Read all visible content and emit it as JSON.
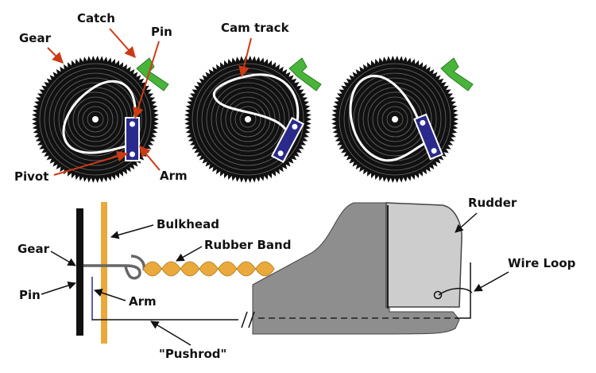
{
  "labels": {
    "gear": "Gear",
    "catch": "Catch",
    "pin": "Pin",
    "cam_track": "Cam track",
    "pivot": "Pivot",
    "arm": "Arm",
    "bulkhead": "Bulkhead",
    "rubber_band": "Rubber Band",
    "rudder": "Rudder",
    "wire_loop": "Wire Loop",
    "pushrod": "\"Pushrod\""
  },
  "colors": {
    "gear": "#111111",
    "cam_track": "#ffffff",
    "catch": "#49b43a",
    "arm": "#2a2a8c",
    "arrow_red": "#cc3a14",
    "bulkhead": "#e9a93c",
    "rubber_band": "#e9a93c",
    "fuselage": "#8e8e8e",
    "rudder": "#cdcdcd"
  }
}
